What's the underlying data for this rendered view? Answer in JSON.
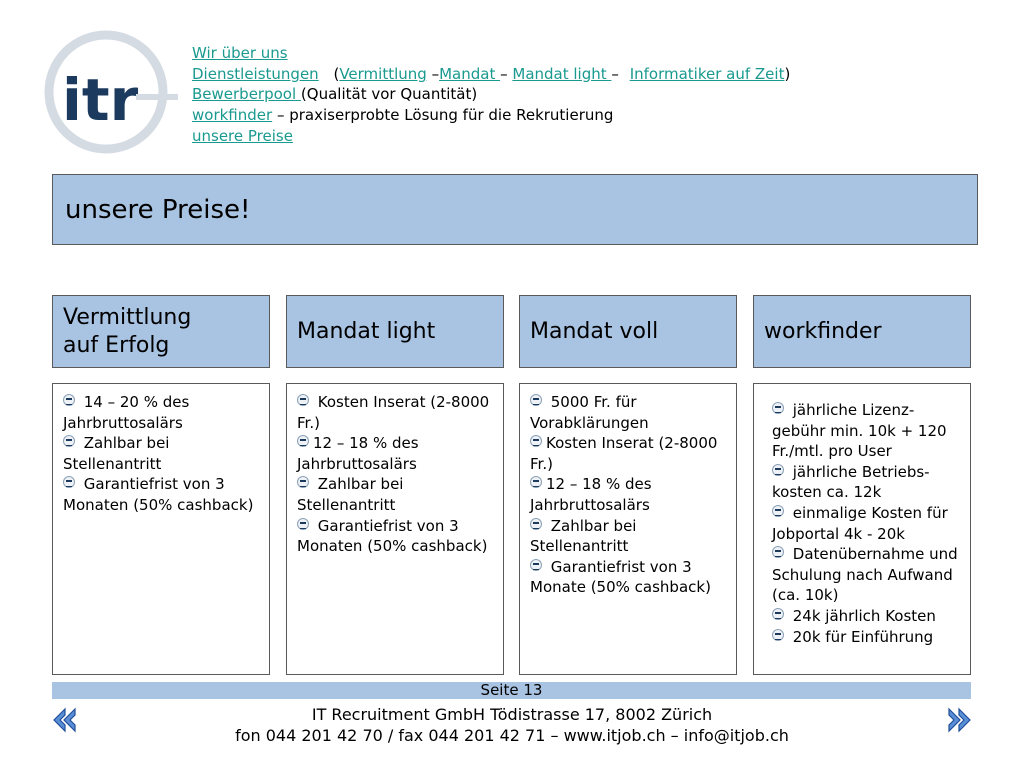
{
  "logo": {
    "icon": "itr-logo",
    "text": "itr"
  },
  "nav": {
    "line1": {
      "link": "Wir über uns"
    },
    "line2": {
      "link1": "Dienstleistungen",
      "open_paren": "(",
      "link2": "Vermittlung",
      "dash1": "–",
      "link3": "Mandat ",
      "dash2": "–",
      "link4": "Mandat light ",
      "dash3": "–",
      "link5": "Informatiker auf Zeit",
      "close_paren": ")"
    },
    "line3": {
      "link": "Bewerberpool ",
      "text": "(Qualität vor Quantität)"
    },
    "line4": {
      "link": "workfinder",
      "text": "–  praxiserprobte Lösung für die Rekrutierung"
    },
    "line5": {
      "link": "unsere Preise"
    }
  },
  "banner": {
    "title": "unsere Preise!"
  },
  "columns": [
    {
      "header": "Vermittlung auf Erfolg",
      "items": [
        " 14 – 20 % des Jahrbruttosalärs",
        " Zahlbar bei Stellenantritt",
        " Garantiefrist von 3 Monaten (50% cashback)"
      ]
    },
    {
      "header": "Mandat light",
      "items": [
        " Kosten Inserat (2-8000 Fr.)",
        "12 – 18 % des Jahrbruttosalärs",
        " Zahlbar bei Stellenantritt",
        " Garantiefrist von 3 Monaten (50% cashback)"
      ]
    },
    {
      "header": "Mandat voll",
      "items": [
        " 5000 Fr. für Vorabklärungen",
        "Kosten Inserat (2-8000 Fr.)",
        "12 – 18 % des Jahrbruttosalärs",
        " Zahlbar bei Stellenantritt",
        " Garantiefrist von 3 Monate (50% cashback)"
      ]
    },
    {
      "header": "workfinder",
      "items": [
        " jährliche Lizenz-gebühr min. 10k + 120 Fr./mtl. pro User",
        " jährliche Betriebs-kosten ca. 12k",
        " einmalige Kosten für Jobportal 4k - 20k",
        " Datenübernahme und Schulung nach Aufwand (ca. 10k)",
        " 24k jährlich Kosten",
        " 20k für Einführung"
      ]
    }
  ],
  "page": {
    "label": "Seite 13"
  },
  "footer": {
    "line1": "IT Recruitment GmbH Tödistrasse 17, 8002 Zürich",
    "line2": "fon 044 201 42 70 / fax 044 201 42 71 – www.itjob.ch – info@itjob.ch"
  },
  "icons": {
    "prev": "double-left-arrow-icon",
    "next": "double-right-arrow-icon",
    "bullet": "itr-bullet-icon"
  },
  "colors": {
    "accent": "#a9c3e2",
    "link": "#1a9a8f",
    "logo": "#1c3a5e"
  }
}
